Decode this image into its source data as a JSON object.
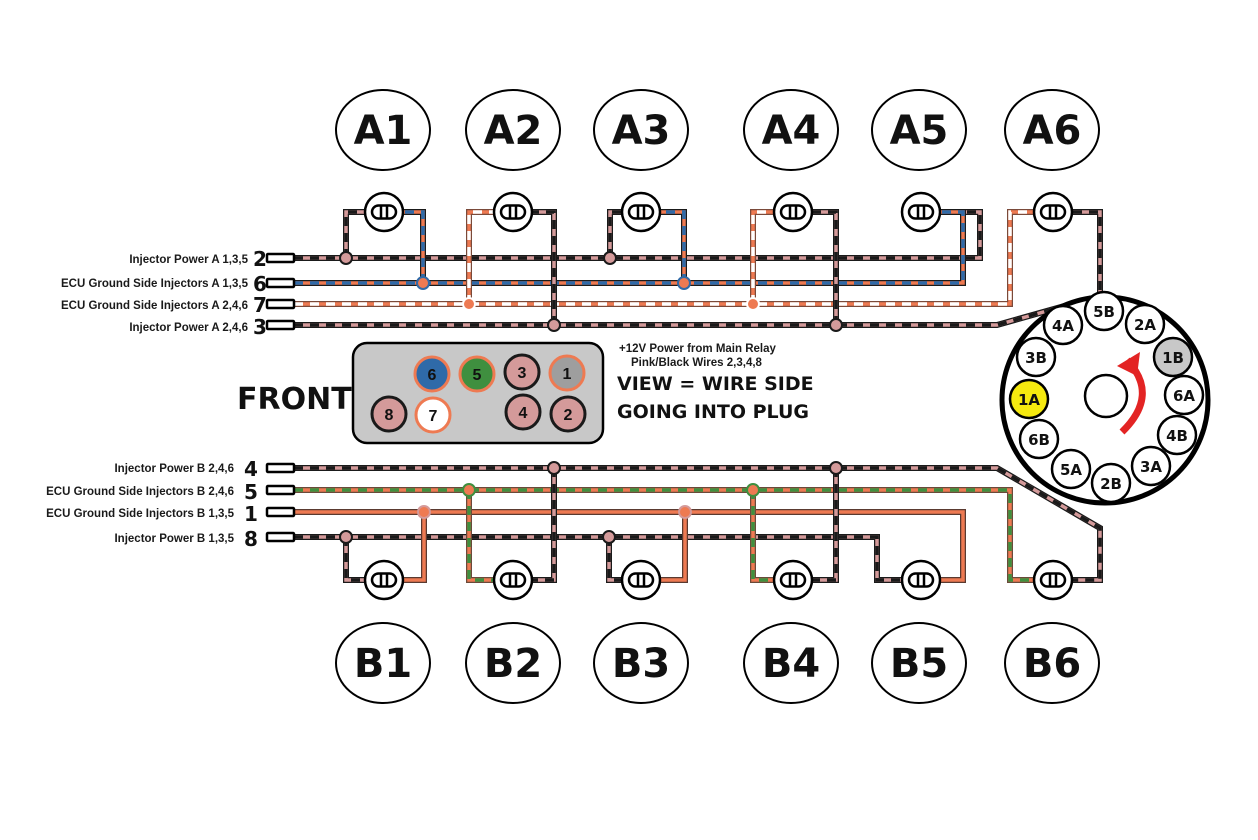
{
  "title": "Injector Harness Wiring Diagram",
  "colors": {
    "pink": "#d49a9a",
    "black": "#1a1a1a",
    "orange": "#ee7a52",
    "blue": "#2f6aa8",
    "white": "#ffffff",
    "green": "#3f8f3f",
    "plug_bg": "#c8c8c8",
    "gray_pin": "#9e9e9e",
    "yellow": "#f5e90f",
    "light_gray": "#c8c8c8",
    "arrow_red": "#e32424"
  },
  "bank_a": {
    "cylinders": [
      "A1",
      "A2",
      "A3",
      "A4",
      "A5",
      "A6"
    ]
  },
  "bank_b": {
    "cylinders": [
      "B1",
      "B2",
      "B3",
      "B4",
      "B5",
      "B6"
    ]
  },
  "wires_a": [
    {
      "label": "Injector Power A 1,3,5",
      "pin": "2",
      "pattern": "pink-black"
    },
    {
      "label": "ECU Ground Side Injectors A 1,3,5",
      "pin": "6",
      "pattern": "orange-blue"
    },
    {
      "label": "ECU Ground Side Injectors A 2,4,6",
      "pin": "7",
      "pattern": "orange-white"
    },
    {
      "label": "Injector Power A 2,4,6",
      "pin": "3",
      "pattern": "pink-black"
    }
  ],
  "wires_b": [
    {
      "label": "Injector Power B 2,4,6",
      "pin": "4",
      "pattern": "pink-black"
    },
    {
      "label": "ECU Ground Side Injectors B 2,4,6",
      "pin": "5",
      "pattern": "orange-green"
    },
    {
      "label": "ECU Ground Side Injectors B 1,3,5",
      "pin": "1",
      "pattern": "orange-pink"
    },
    {
      "label": "Injector Power B 1,3,5",
      "pin": "8",
      "pattern": "pink-black"
    }
  ],
  "plug": {
    "front_label": "FRONT",
    "pins_top": [
      "6",
      "5",
      "3",
      "1"
    ],
    "pins_bottom": [
      "8",
      "7",
      "4",
      "2"
    ],
    "note_line1": "+12V Power from Main Relay",
    "note_line2": "Pink/Black Wires 2,3,4,8",
    "view_line1": "VIEW = WIRE SIDE",
    "view_line2": "GOING INTO PLUG"
  },
  "round_connector": {
    "pins": [
      "5B",
      "2A",
      "1B",
      "6A",
      "4B",
      "3A",
      "2B",
      "5A",
      "6B",
      "1A",
      "3B",
      "4A"
    ],
    "highlighted": {
      "1A": "yellow",
      "1B": "gray"
    }
  }
}
